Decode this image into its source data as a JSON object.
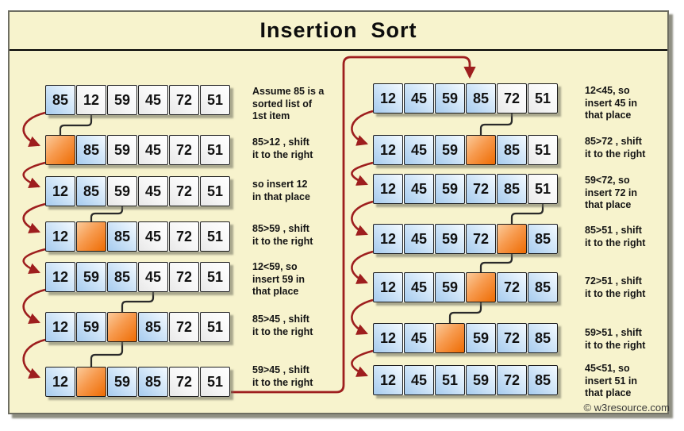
{
  "title": "Insertion  Sort",
  "watermark": "© w3resource.com",
  "colors": {
    "panel_bg": "#F7F3CD",
    "blue_cell": "#A6CBEE",
    "orange_cell": "#EE6B02",
    "loop_arrow_red": "#9E1E1E",
    "shift_arrow_black": "#2a2a2a"
  },
  "left_column": {
    "rows": [
      {
        "cells": [
          {
            "v": "85",
            "s": "blue"
          },
          {
            "v": "12",
            "s": "plain"
          },
          {
            "v": "59",
            "s": "plain"
          },
          {
            "v": "45",
            "s": "plain"
          },
          {
            "v": "72",
            "s": "plain"
          },
          {
            "v": "51",
            "s": "plain"
          }
        ],
        "note": "Assume 85 is a\nsorted list of\n1st item"
      },
      {
        "cells": [
          {
            "v": "",
            "s": "orange"
          },
          {
            "v": "85",
            "s": "blue"
          },
          {
            "v": "59",
            "s": "plain"
          },
          {
            "v": "45",
            "s": "plain"
          },
          {
            "v": "72",
            "s": "plain"
          },
          {
            "v": "51",
            "s": "plain"
          }
        ],
        "note": "85>12 , shift\nit to the right"
      },
      {
        "cells": [
          {
            "v": "12",
            "s": "blue"
          },
          {
            "v": "85",
            "s": "blue"
          },
          {
            "v": "59",
            "s": "plain"
          },
          {
            "v": "45",
            "s": "plain"
          },
          {
            "v": "72",
            "s": "plain"
          },
          {
            "v": "51",
            "s": "plain"
          }
        ],
        "note": "so insert 12\nin that place"
      },
      {
        "cells": [
          {
            "v": "12",
            "s": "blue"
          },
          {
            "v": "",
            "s": "orange"
          },
          {
            "v": "85",
            "s": "blue"
          },
          {
            "v": "45",
            "s": "plain"
          },
          {
            "v": "72",
            "s": "plain"
          },
          {
            "v": "51",
            "s": "plain"
          }
        ],
        "note": "85>59 , shift\nit to the right"
      },
      {
        "cells": [
          {
            "v": "12",
            "s": "blue"
          },
          {
            "v": "59",
            "s": "blue"
          },
          {
            "v": "85",
            "s": "blue"
          },
          {
            "v": "45",
            "s": "plain"
          },
          {
            "v": "72",
            "s": "plain"
          },
          {
            "v": "51",
            "s": "plain"
          }
        ],
        "note": "12<59, so\ninsert 59 in\nthat place"
      },
      {
        "cells": [
          {
            "v": "12",
            "s": "blue"
          },
          {
            "v": "59",
            "s": "blue"
          },
          {
            "v": "",
            "s": "orange"
          },
          {
            "v": "85",
            "s": "blue"
          },
          {
            "v": "72",
            "s": "plain"
          },
          {
            "v": "51",
            "s": "plain"
          }
        ],
        "note": "85>45 , shift\nit to the right"
      },
      {
        "cells": [
          {
            "v": "12",
            "s": "blue"
          },
          {
            "v": "",
            "s": "orange"
          },
          {
            "v": "59",
            "s": "blue"
          },
          {
            "v": "85",
            "s": "blue"
          },
          {
            "v": "72",
            "s": "plain"
          },
          {
            "v": "51",
            "s": "plain"
          }
        ],
        "note": "59>45 , shift\nit to the right"
      }
    ]
  },
  "right_column": {
    "rows": [
      {
        "cells": [
          {
            "v": "12",
            "s": "blue"
          },
          {
            "v": "45",
            "s": "blue"
          },
          {
            "v": "59",
            "s": "blue"
          },
          {
            "v": "85",
            "s": "blue"
          },
          {
            "v": "72",
            "s": "plain"
          },
          {
            "v": "51",
            "s": "plain"
          }
        ],
        "note": "12<45, so\ninsert 45 in\nthat place"
      },
      {
        "cells": [
          {
            "v": "12",
            "s": "blue"
          },
          {
            "v": "45",
            "s": "blue"
          },
          {
            "v": "59",
            "s": "blue"
          },
          {
            "v": "",
            "s": "orange"
          },
          {
            "v": "85",
            "s": "blue"
          },
          {
            "v": "51",
            "s": "plain"
          }
        ],
        "note": "85>72 , shift\nit to the right"
      },
      {
        "cells": [
          {
            "v": "12",
            "s": "blue"
          },
          {
            "v": "45",
            "s": "blue"
          },
          {
            "v": "59",
            "s": "blue"
          },
          {
            "v": "72",
            "s": "blue"
          },
          {
            "v": "85",
            "s": "blue"
          },
          {
            "v": "51",
            "s": "plain"
          }
        ],
        "note": "59<72, so\ninsert 72 in\nthat place"
      },
      {
        "cells": [
          {
            "v": "12",
            "s": "blue"
          },
          {
            "v": "45",
            "s": "blue"
          },
          {
            "v": "59",
            "s": "blue"
          },
          {
            "v": "72",
            "s": "blue"
          },
          {
            "v": "",
            "s": "orange"
          },
          {
            "v": "85",
            "s": "blue"
          }
        ],
        "note": "85>51 , shift\nit to the right"
      },
      {
        "cells": [
          {
            "v": "12",
            "s": "blue"
          },
          {
            "v": "45",
            "s": "blue"
          },
          {
            "v": "59",
            "s": "blue"
          },
          {
            "v": "",
            "s": "orange"
          },
          {
            "v": "72",
            "s": "blue"
          },
          {
            "v": "85",
            "s": "blue"
          }
        ],
        "note": "72>51 , shift\nit to the right"
      },
      {
        "cells": [
          {
            "v": "12",
            "s": "blue"
          },
          {
            "v": "45",
            "s": "blue"
          },
          {
            "v": "",
            "s": "orange"
          },
          {
            "v": "59",
            "s": "blue"
          },
          {
            "v": "72",
            "s": "blue"
          },
          {
            "v": "85",
            "s": "blue"
          }
        ],
        "note": "59>51 , shift\nit to the right"
      },
      {
        "cells": [
          {
            "v": "12",
            "s": "blue"
          },
          {
            "v": "45",
            "s": "blue"
          },
          {
            "v": "51",
            "s": "blue"
          },
          {
            "v": "59",
            "s": "blue"
          },
          {
            "v": "72",
            "s": "blue"
          },
          {
            "v": "85",
            "s": "blue"
          }
        ],
        "note": "45<51, so\ninsert 51 in\nthat place"
      }
    ]
  }
}
